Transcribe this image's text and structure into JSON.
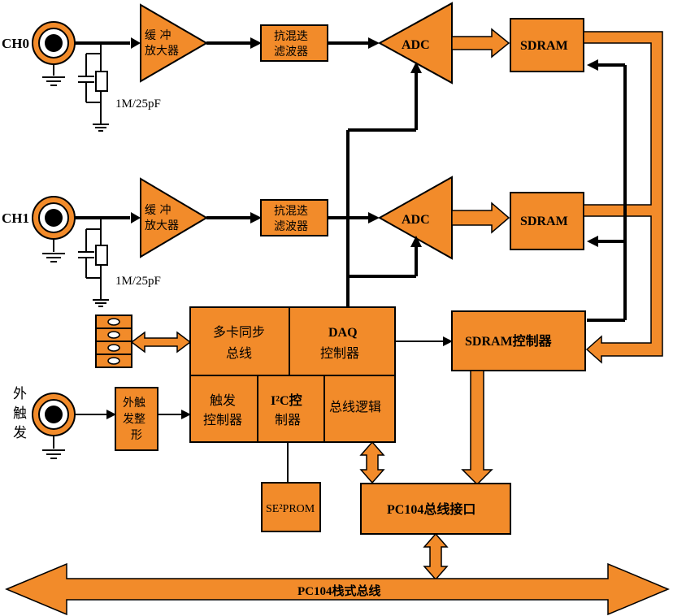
{
  "channels": {
    "ch0": "CH0",
    "ch1": "CH1",
    "ext_trigger": [
      "外",
      "触",
      "发"
    ]
  },
  "input_network": {
    "ch0_label": "1M/25pF",
    "ch1_label": "1M/25pF"
  },
  "blocks": {
    "buffer_amp_line1": "缓  冲",
    "buffer_amp_line2": "放大器",
    "aa_filter_line1": "抗混迭",
    "aa_filter_line2": "滤波器",
    "adc": "ADC",
    "sdram": "SDRAM",
    "multicard_sync_line1": "多卡同步",
    "multicard_sync_line2": "总线",
    "daq_ctrl_line1": "DAQ",
    "daq_ctrl_line2": "控制器",
    "trig_ctrl_line1": "触发",
    "trig_ctrl_line2": "控制器",
    "i2c_ctrl_line1": "I²C控",
    "i2c_ctrl_line2": "制器",
    "bus_logic": "总线逻辑",
    "trig_shaper_line1": "外触",
    "trig_shaper_line2": "发整",
    "trig_shaper_line3": "形",
    "sdram_ctrl": "SDRAM控制器",
    "se2prom": "SE²PROM",
    "pc104_if": "PC104总线接口",
    "pc104_bus": "PC104栈式总线"
  },
  "colors": {
    "block_fill": "#F28B2A",
    "line": "#000000",
    "background": "#ffffff"
  }
}
